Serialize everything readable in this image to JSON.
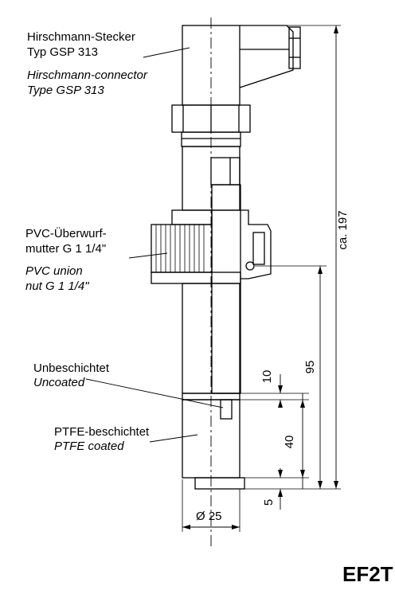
{
  "labels": {
    "connector_de_1": "Hirschmann-Stecker",
    "connector_de_2": "Typ GSP 313",
    "connector_en_1": "Hirschmann-connector",
    "connector_en_2": "Type GSP 313",
    "union_de_1": "PVC-Überwurf-",
    "union_de_2": "mutter G 1 1/4\"",
    "union_en_1": "PVC union",
    "union_en_2": "nut G 1 1/4\"",
    "uncoated_de": "Unbeschichtet",
    "uncoated_en": "Uncoated",
    "ptfe_de": "PTFE-beschichtet",
    "ptfe_en": "PTFE coated"
  },
  "dimensions": {
    "total_length": "ca. 197",
    "length_95": "95",
    "length_10": "10",
    "length_40": "40",
    "length_5": "5",
    "diameter": "Ø 25"
  },
  "model": "EF2T",
  "colors": {
    "line": "#000000",
    "background": "#ffffff"
  }
}
